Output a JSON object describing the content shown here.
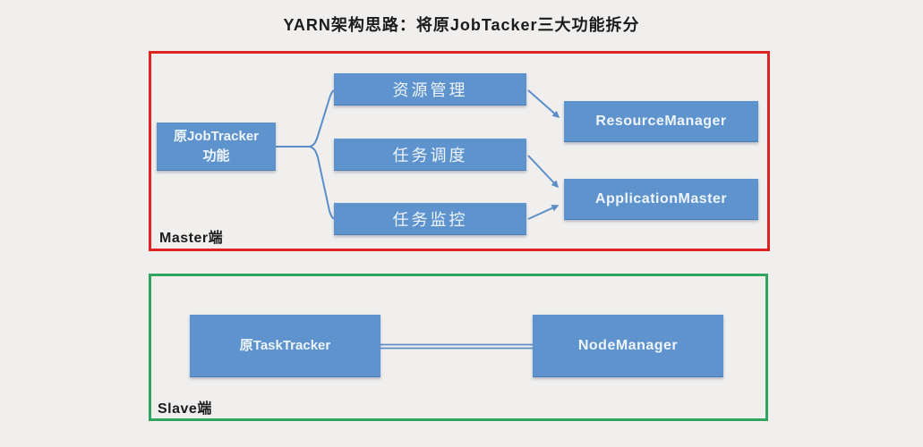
{
  "title": "YARN架构思路：将原JobTacker三大功能拆分",
  "colors": {
    "background": "#f0efee",
    "box_blue": "#5e93ce",
    "line_blue": "#5b8dc8",
    "master_border": "#dd2420",
    "slave_border": "#2fa45f",
    "box_text": "#eef5fc"
  },
  "master_section": {
    "label": "Master端",
    "nodes": {
      "jobtracker_line1": "原JobTracker",
      "jobtracker_line2": "功能",
      "resource_mgmt": "资源管理",
      "task_scheduling": "任务调度",
      "task_monitoring": "任务监控",
      "resource_manager": "ResourceManager",
      "application_master": "ApplicationMaster"
    }
  },
  "slave_section": {
    "label": "Slave端",
    "nodes": {
      "tasktracker": "原TaskTracker",
      "node_manager": "NodeManager"
    }
  }
}
